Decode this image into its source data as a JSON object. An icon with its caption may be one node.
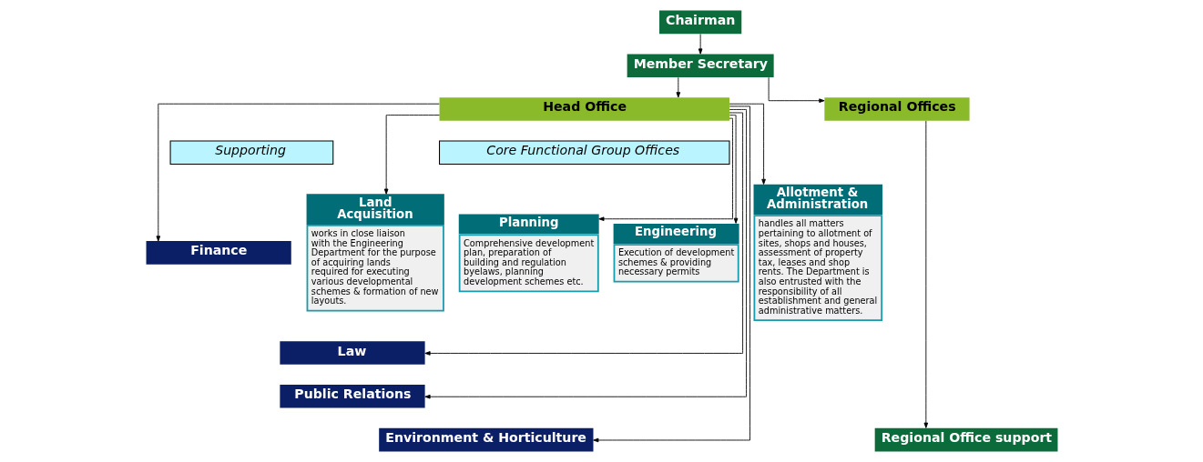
{
  "diagram": {
    "nodes": [
      {
        "text": [
          "Chairman"
        ]
      },
      {
        "text": [
          "Member Secretary"
        ]
      },
      {
        "text": [
          "Head Office"
        ]
      },
      {
        "text": [
          "Regional Offices"
        ]
      },
      {
        "text": [
          "Supporting"
        ]
      },
      {
        "text": [
          "Core Functional Group Offices"
        ]
      },
      {
        "text": [
          "Finance"
        ]
      },
      {
        "text": [
          "Law"
        ]
      },
      {
        "text": [
          "Public Relations"
        ]
      },
      {
        "text": [
          "Environment & Horticulture"
        ]
      },
      {
        "text": [
          "Land Acquisition",
          "works in close liaison with the Engineering Department for the purpose of acquiring lands required for executing various developmental schemes & formation of new layouts."
        ]
      },
      {
        "text": [
          "Planning",
          "Comprehensive development plan, preparation of building and regulation byelaws, planning development schemes etc."
        ]
      },
      {
        "text": [
          "Engineering",
          "Execution of development schemes & providing necessary permits"
        ]
      },
      {
        "text": [
          "Allotment & Administration",
          "handles all matters pertaining to allotment of sites, shops and houses, assessment of property tax, leases and shop rents. The Department is also entrusted with the responsibility of all establishment and general administrative matters."
        ]
      },
      {
        "text": [
          "Regional Office support"
        ]
      }
    ],
    "edges": [
      {
        "from": 0,
        "to": 1,
        "arrow": "to"
      },
      {
        "from": 1,
        "to": 2,
        "arrow": "to"
      },
      {
        "from": 1,
        "to": 3,
        "arrow": "to"
      },
      {
        "from": 2,
        "to": 6,
        "arrow": "to"
      },
      {
        "from": 2,
        "to": 7,
        "arrow": "to"
      },
      {
        "from": 2,
        "to": 8,
        "arrow": "to"
      },
      {
        "from": 2,
        "to": 9,
        "arrow": "to"
      },
      {
        "from": 2,
        "to": 10,
        "arrow": "to"
      },
      {
        "from": 2,
        "to": 11,
        "arrow": "to"
      },
      {
        "from": 2,
        "to": 12,
        "arrow": "to"
      },
      {
        "from": 2,
        "to": 13,
        "arrow": "to"
      },
      {
        "from": 3,
        "to": 14,
        "arrow": "to"
      }
    ]
  }
}
